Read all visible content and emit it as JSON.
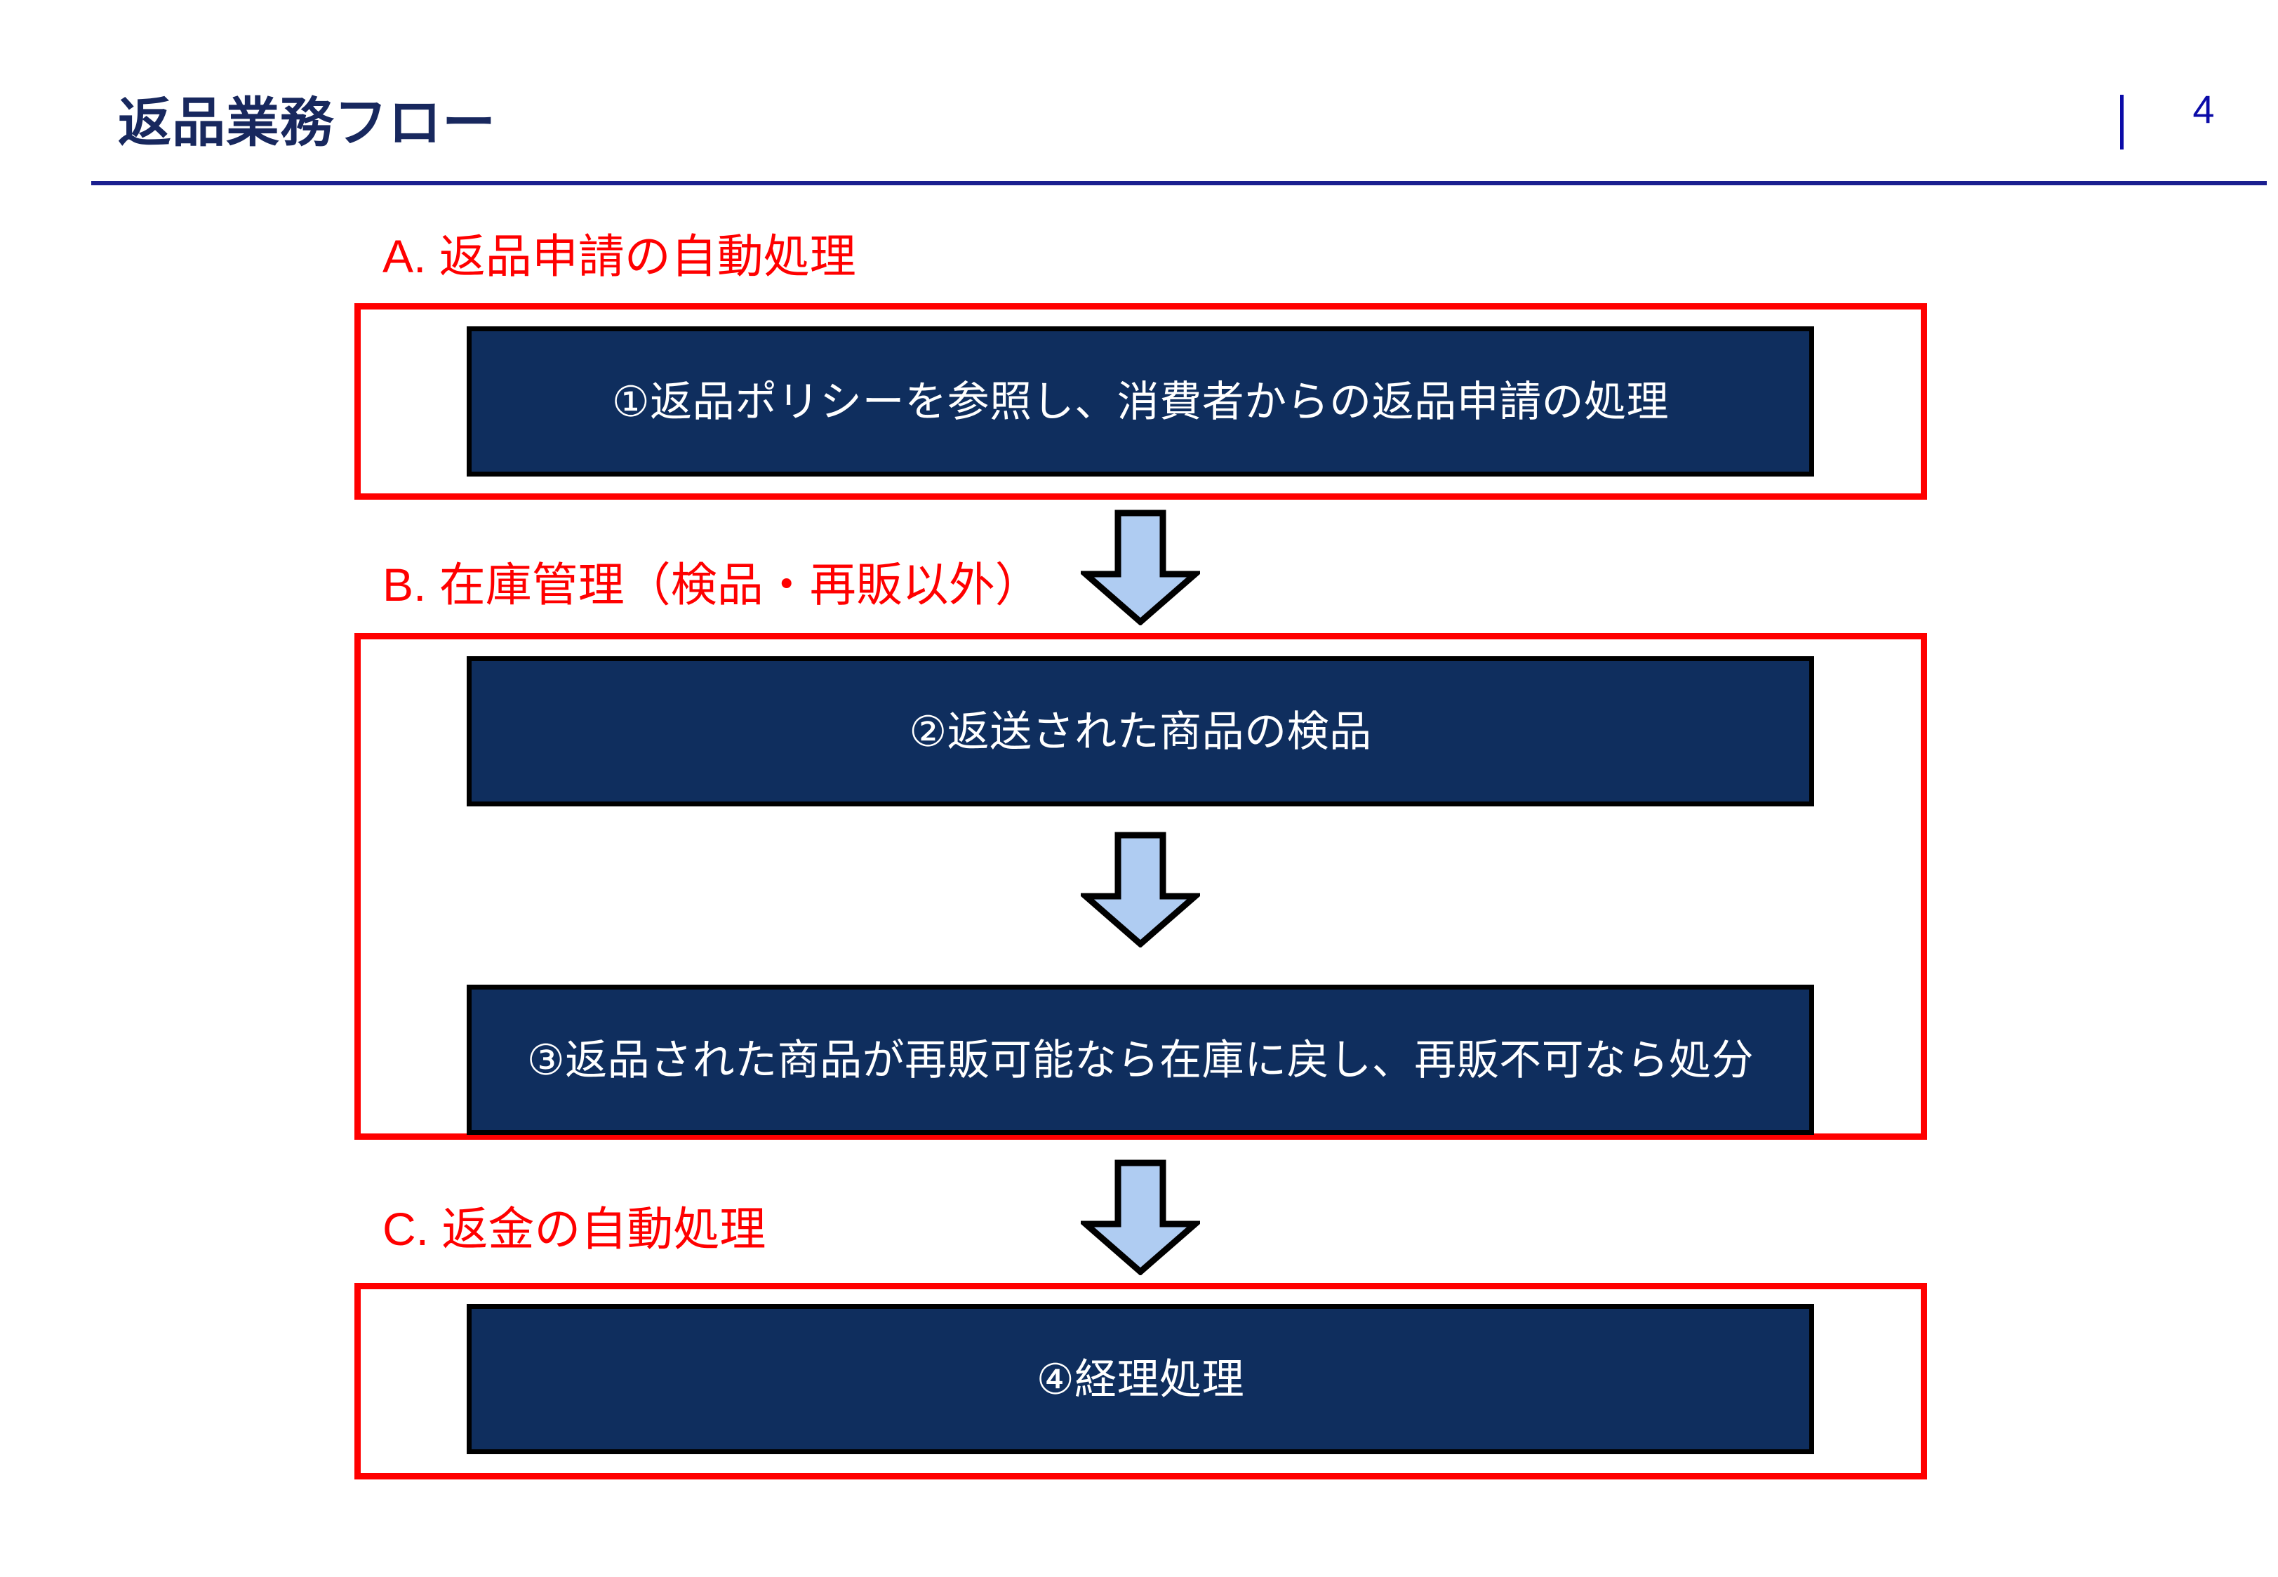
{
  "slide": {
    "title": "返品業務フロー",
    "page_number": "4",
    "title_color": "#18285E",
    "rule_color": "#1A1F8F",
    "page_number_color": "#0B0BA8",
    "background": "#ffffff"
  },
  "theme": {
    "section_label_color": "#FF0000",
    "group_frame_color": "#FF0000",
    "step_fill": "#0F2E5E",
    "step_border": "#000000",
    "step_text_color": "#FFFFFF",
    "arrow_fill": "#AFCCF2",
    "arrow_stroke": "#000000"
  },
  "sections": [
    {
      "id": "A",
      "label": "A. 返品申請の自動処理",
      "steps": [
        {
          "number": "①",
          "text": "①返品ポリシーを参照し、消費者からの返品申請の処理"
        }
      ]
    },
    {
      "id": "B",
      "label": "B. 在庫管理（検品・再販以外）",
      "steps": [
        {
          "number": "②",
          "text": "②返送された商品の検品"
        },
        {
          "number": "③",
          "text": "③返品された商品が再販可能なら在庫に戻し、再販不可なら処分"
        }
      ]
    },
    {
      "id": "C",
      "label": "C. 返金の自動処理",
      "steps": [
        {
          "number": "④",
          "text": "④経理処理"
        }
      ]
    }
  ],
  "connectors": [
    {
      "id": "arrow-1",
      "from": "step-1",
      "to": "step-2",
      "direction": "down"
    },
    {
      "id": "arrow-2",
      "from": "step-2",
      "to": "step-3",
      "direction": "down"
    },
    {
      "id": "arrow-3",
      "from": "step-3",
      "to": "step-4",
      "direction": "down"
    }
  ]
}
